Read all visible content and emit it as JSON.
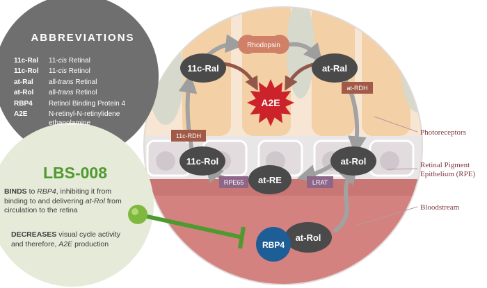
{
  "abbreviations": {
    "title": "ABBREVIATIONS",
    "items": [
      {
        "term": "11c-Ral",
        "prefix": "11-",
        "italic": "cis",
        "suffix": " Retinal"
      },
      {
        "term": "11c-Rol",
        "prefix": "11-",
        "italic": "cis",
        "suffix": " Retinol"
      },
      {
        "term": "at-Ral",
        "prefix": "all-",
        "italic": "trans",
        "suffix": " Retinal"
      },
      {
        "term": "at-Rol",
        "prefix": "all-",
        "italic": "trans",
        "suffix": " Retinol"
      },
      {
        "term": "RBP4",
        "prefix": "Retinol Binding Protein 4",
        "italic": "",
        "suffix": ""
      },
      {
        "term": "A2E",
        "prefix": "N-retinyl-N-retinylidene ethanolamine",
        "italic": "",
        "suffix": ""
      }
    ]
  },
  "lbs": {
    "title": "LBS-008",
    "binds": {
      "lead": "BINDS",
      "t1": " to ",
      "it1": "RBP4",
      "t2": ", inhibiting it from binding to and delivering ",
      "it2": "at-Rol",
      "t3": " from circulation to the retina"
    },
    "decreases": {
      "lead": "DECREASES",
      "t1": " visual cycle activity and therefore, ",
      "it1": "A2E",
      "t2": " production"
    }
  },
  "cycle": {
    "rhodopsin": "Rhodopsin",
    "a2e": "A2E",
    "nodes": {
      "ral11c": "11c-Ral",
      "atral": "at-Ral",
      "rol11c": "11c-Rol",
      "atrol_rpe": "at-Rol",
      "atre": "at-RE",
      "atrol_blood": "at-Rol",
      "rbp4": "RBP4"
    },
    "enzymes": {
      "atrdh": "at-RDH",
      "rdh11c": "11c-RDH",
      "rpe65": "RPE65",
      "lrat": "LRAT"
    }
  },
  "layers": {
    "photoreceptors": "Photoreceptors",
    "rpe_line1": "Retinal Pigment",
    "rpe_line2": "Epithelium (RPE)",
    "bloodstream": "Bloodstream"
  },
  "colors": {
    "abbr_panel": "#6f6f6f",
    "lbs_panel": "#e6ead9",
    "lbs_green": "#4e9a2e",
    "node_dark": "#4a4a4a",
    "enzyme_brown": "#a25a48",
    "enzyme_purple": "#8e6688",
    "a2e_red": "#cc2229",
    "rbp4_blue": "#1d5e97",
    "label_maroon": "#7d3a3f",
    "photoreceptor": "#f4d4ad",
    "rpe": "#ebe8e9",
    "blood": "#d2807d",
    "rhodopsin_fill": "#ce7f66"
  }
}
